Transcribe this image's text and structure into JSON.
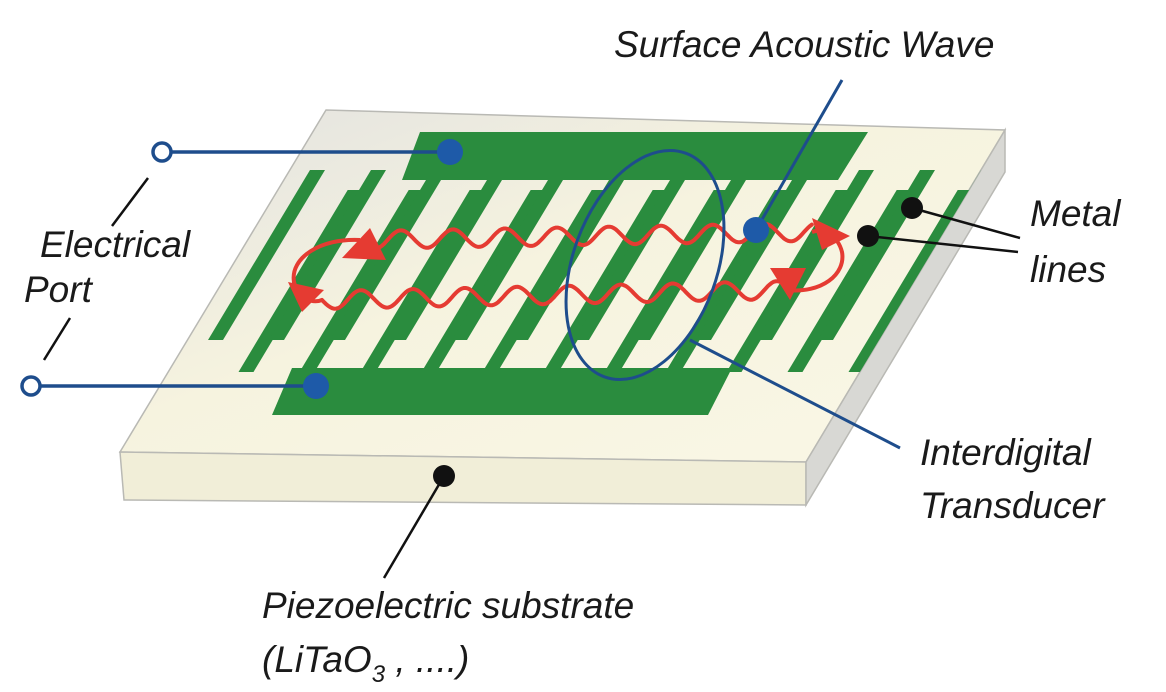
{
  "labels": {
    "surface_acoustic_wave": "Surface Acoustic Wave",
    "electrical_line1": "Electrical",
    "electrical_line2": "Port",
    "metal_line1": "Metal",
    "metal_line2": "lines",
    "idt_line1": "Interdigital",
    "idt_line2": "Transducer",
    "substrate_line1": "Piezoelectric substrate",
    "substrate_line2_a": "(LiTaO",
    "substrate_line2_sub": "3",
    "substrate_line2_b": " , ....)"
  },
  "colors": {
    "substrate_top": "#f8f5e2",
    "substrate_side": "#e6e3cc",
    "substrate_rim": "#d2d2d0",
    "electrode": "#2a8c3e",
    "wave": "#e53b32",
    "port_line": "#1e4d8c",
    "pointer": "#111111"
  }
}
